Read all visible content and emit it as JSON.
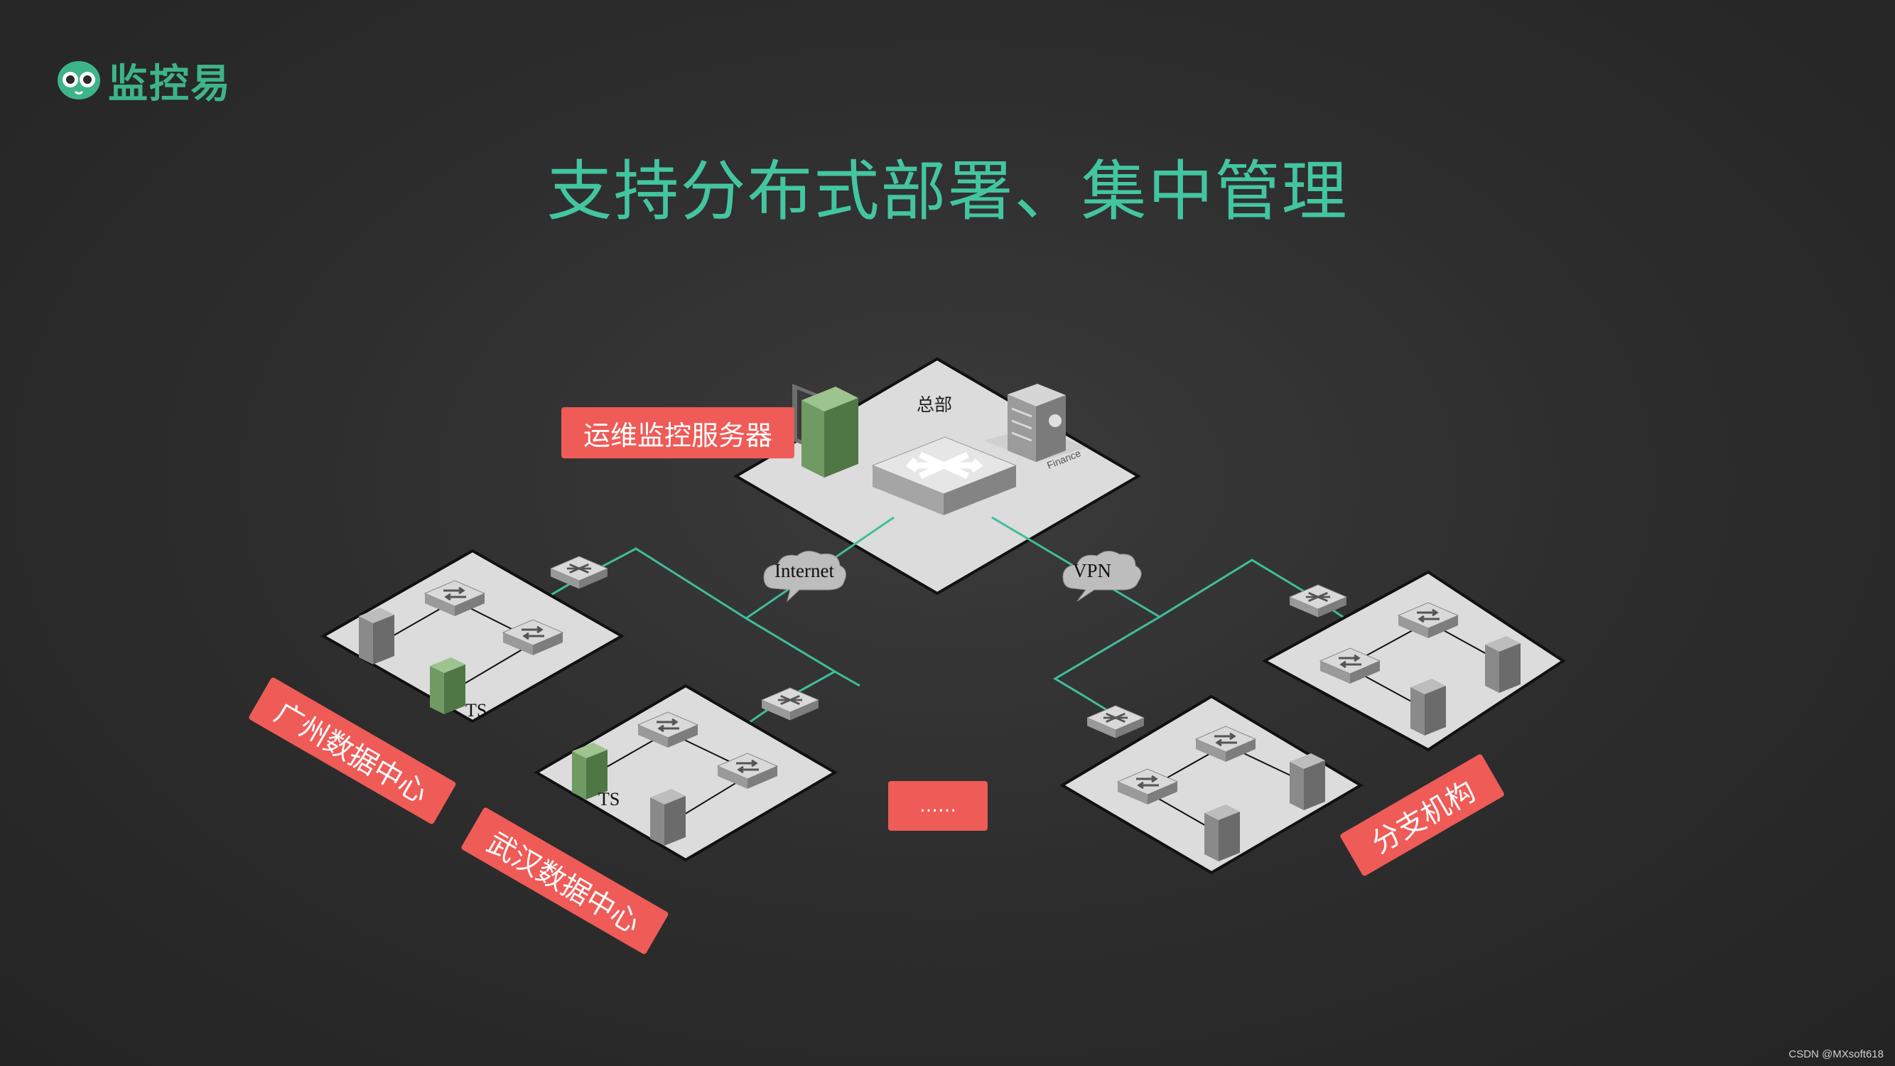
{
  "slide": {
    "logo_text": "监控易",
    "title": "支持分布式部署、集中管理",
    "watermark": "CSDN @MXsoft618"
  },
  "diagram": {
    "hq": {
      "label": "总部",
      "building_sign": "Finance"
    },
    "clouds": {
      "internet": "Internet",
      "vpn": "VPN"
    },
    "ts_labels": {
      "guangzhou": "TS",
      "wuhan": "TS"
    },
    "tags": {
      "server": "运维监控服务器",
      "guangzhou": "广州数据中心",
      "wuhan": "武汉数据中心",
      "more": "……",
      "branch": "分支机构"
    }
  },
  "colors": {
    "title": "#43c6a0",
    "logo": "#3eb489",
    "tag": "#ef5b57",
    "link": "#3fbf9a",
    "platform": "#dcdcdc"
  }
}
